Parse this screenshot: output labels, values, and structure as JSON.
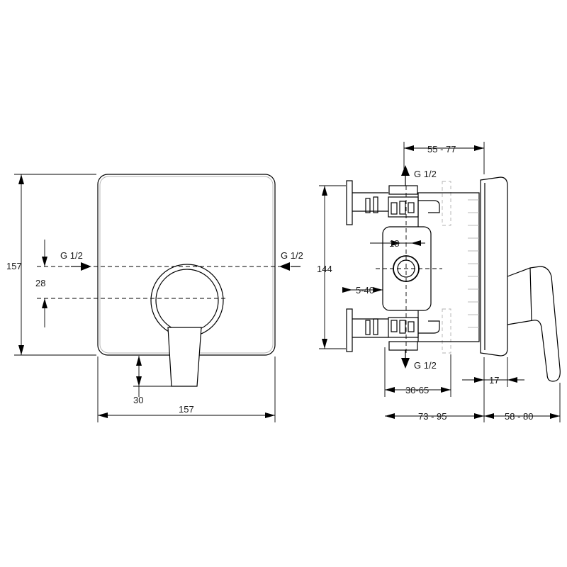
{
  "front_view": {
    "width_dim": "157",
    "height_dim": "157",
    "inlet_left": "G 1/2",
    "inlet_right": "G 1/2",
    "axis_offset_dim": "28",
    "lever_offset_dim": "30"
  },
  "side_view": {
    "top_outlet": "G 1/2",
    "bottom_outlet": "G 1/2",
    "top_dim": "55 - 77",
    "height_dim": "144",
    "hole_dim": "18",
    "depth_adjust_dim": "5-40",
    "body_depth_dim": "30-65",
    "plate_dim": "17",
    "install_depth_dim": "73 - 95",
    "handle_depth_dim": "58 - 80"
  }
}
